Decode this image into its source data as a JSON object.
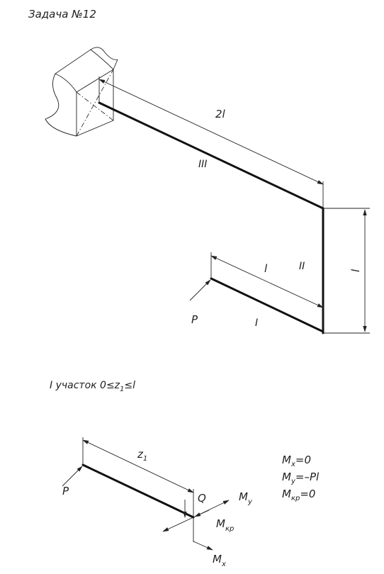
{
  "title": "Задача №12",
  "frame": {
    "dim_2l": "2l",
    "dim_l_lower": "l",
    "dim_l_right": "l",
    "section_I": "I",
    "section_II": "II",
    "section_III": "III",
    "load": "P"
  },
  "section": {
    "heading_prefix": "I участок 0≤z",
    "heading_sub": "1",
    "heading_suffix": "≤l",
    "dim_z": "z",
    "dim_z_sub": "1",
    "load": "P",
    "shear": "Q",
    "my_label": "M",
    "my_sub": "y",
    "mkr_label": "M",
    "mkr_sub": "кр",
    "mx_label": "M",
    "mx_sub": "x"
  },
  "results": [
    {
      "symbol": "M",
      "sub": "x",
      "value": "=0"
    },
    {
      "symbol": "M",
      "sub": "y",
      "value": "=–Pl"
    },
    {
      "symbol": "M",
      "sub": "кр",
      "value": "=0"
    }
  ]
}
